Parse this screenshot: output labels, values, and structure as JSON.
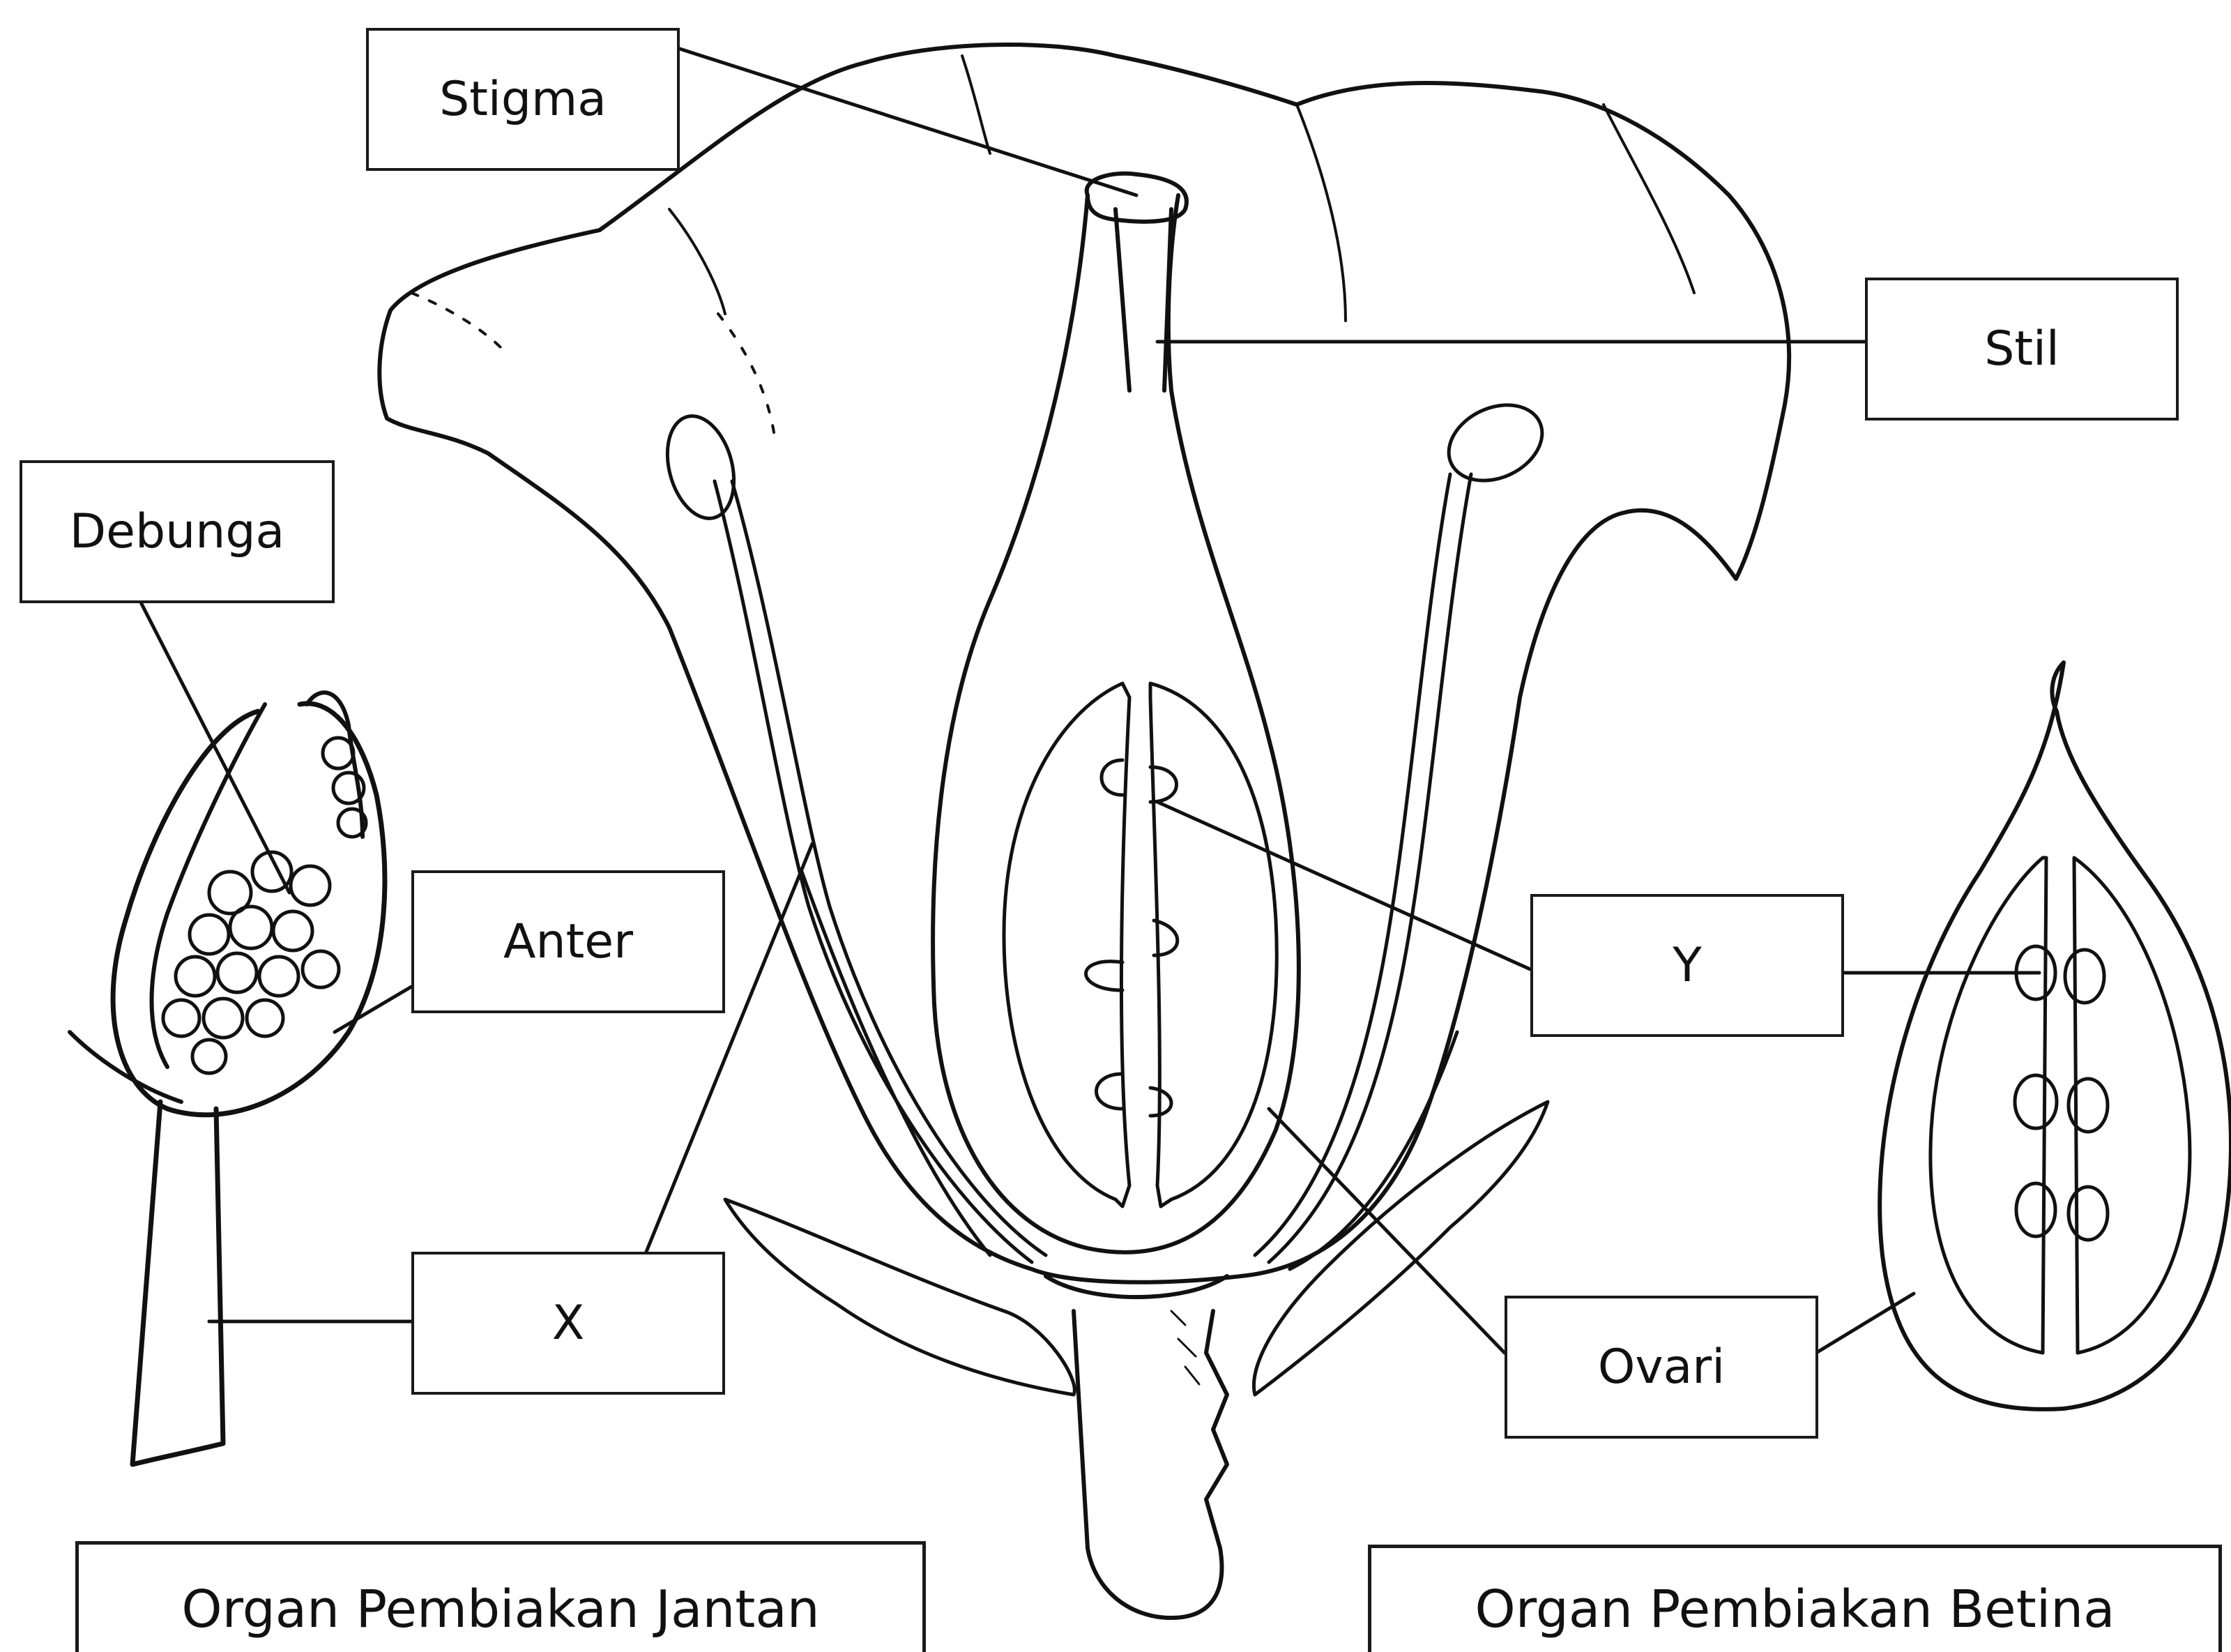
{
  "labels": {
    "stigma": "Stigma",
    "stil": "Stil",
    "debunga": "Debunga",
    "anter": "Anter",
    "y": "Y",
    "x": "X",
    "ovari": "Ovari"
  },
  "captions": {
    "male": "Organ Pembiakan Jantan",
    "female": "Organ Pembiakan Betina"
  },
  "colors": {
    "stroke": "#111111",
    "background": "#ffffff"
  }
}
